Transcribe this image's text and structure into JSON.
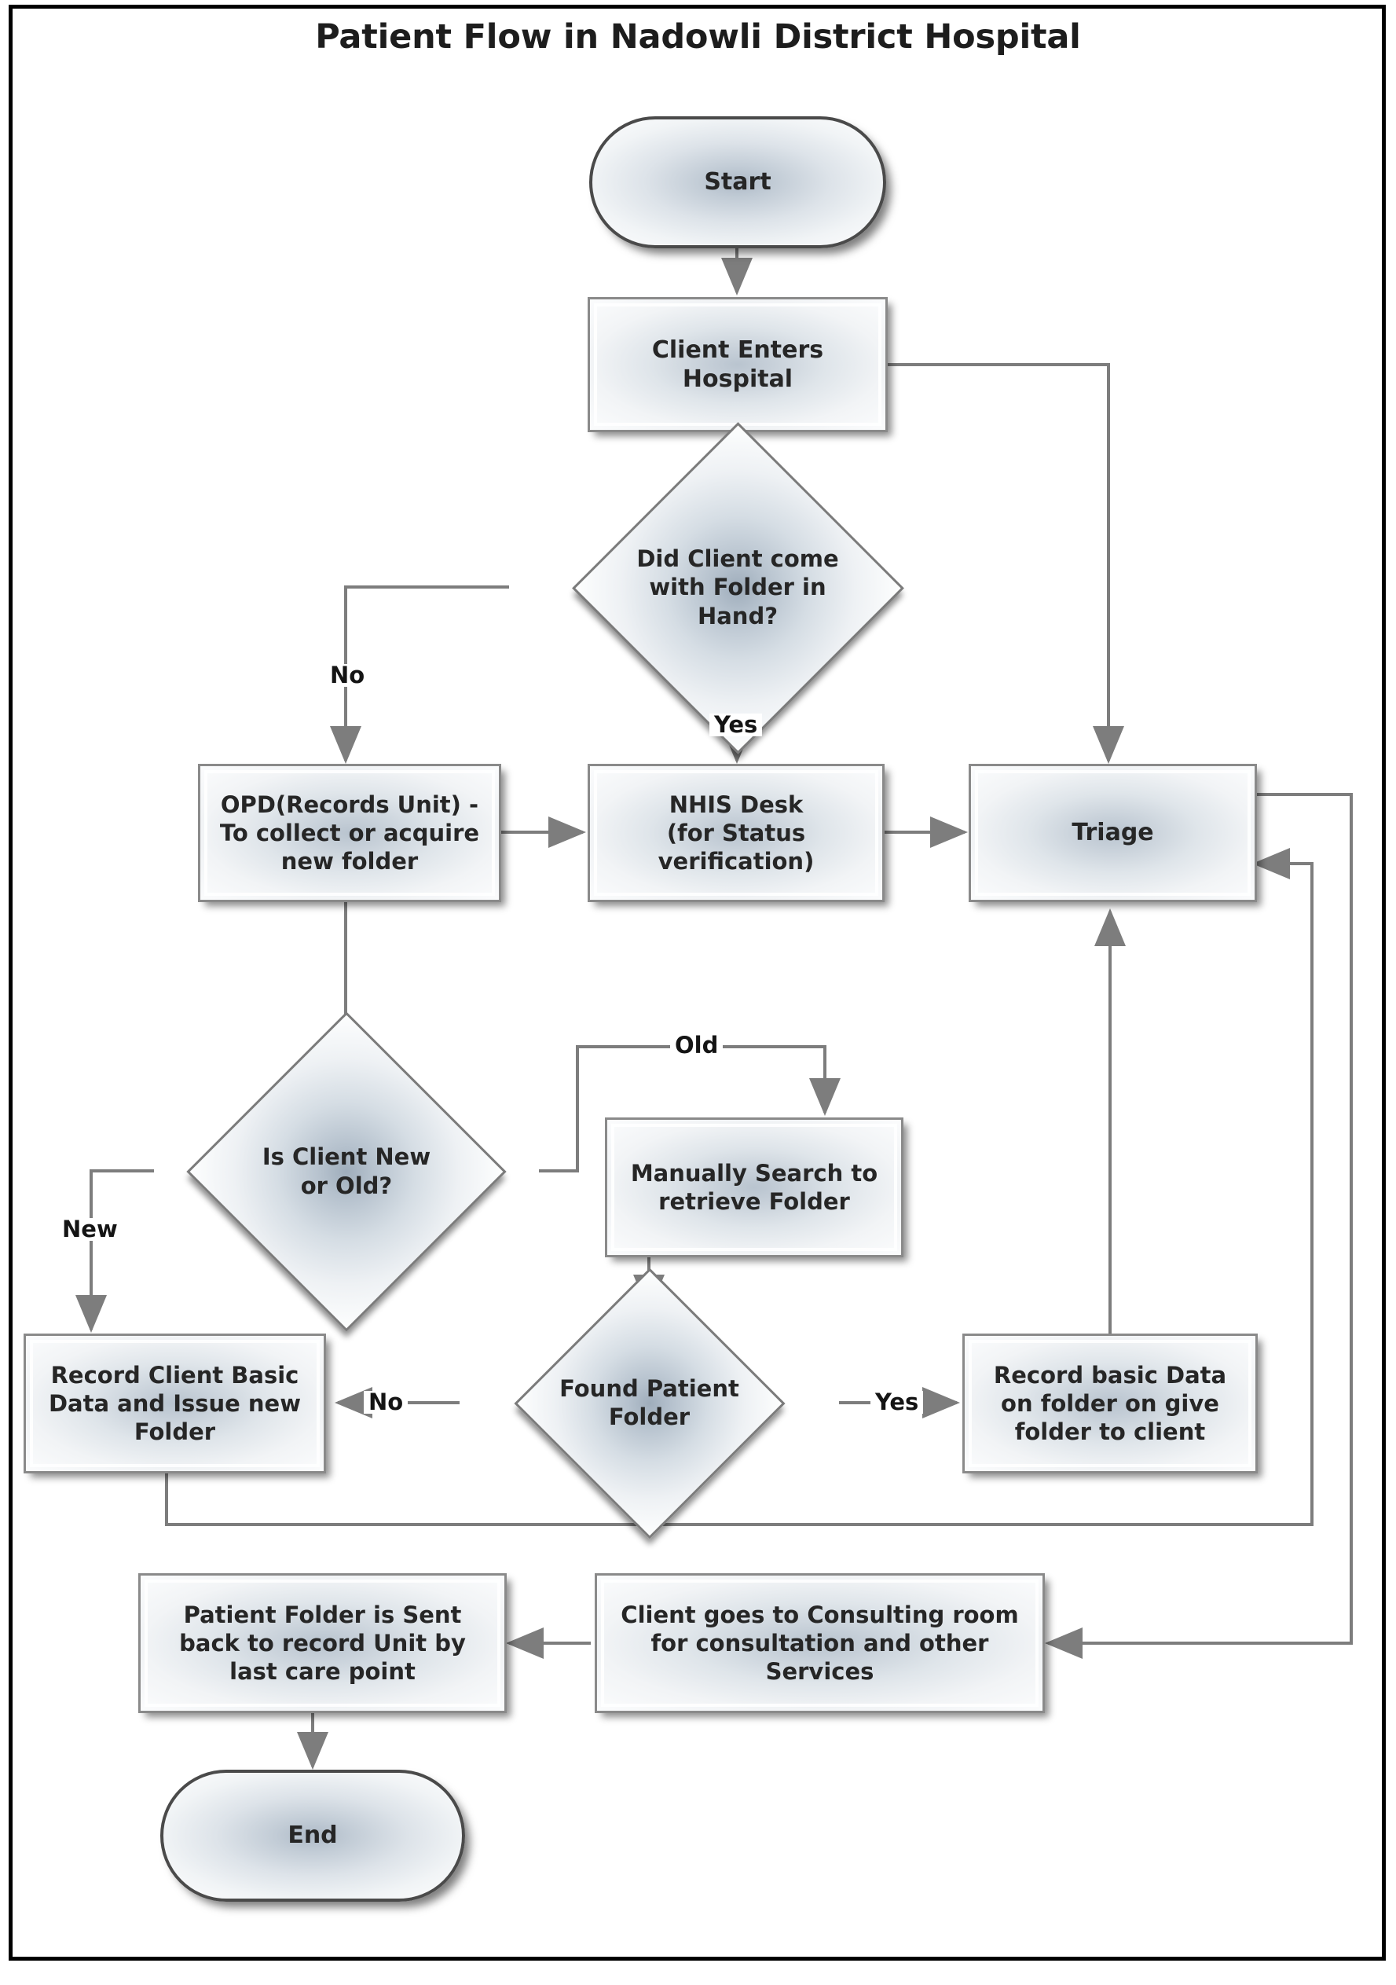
{
  "title": "Patient Flow in Nadowli District Hospital",
  "colors": {
    "frame_border": "#000000",
    "node_fill_center": "#b9c4cf",
    "node_fill_edge": "#fbfcfd",
    "node_border": "#8a8a8a",
    "terminator_border": "#4a4a4a",
    "edge_line": "#787878",
    "text": "#262626"
  },
  "chart_data": {
    "type": "diagram",
    "subtype": "flowchart",
    "title": "Patient Flow in Nadowli District Hospital",
    "orientation": "top-to-bottom",
    "nodes": [
      {
        "id": "start",
        "shape": "terminator",
        "label": "Start"
      },
      {
        "id": "enters",
        "shape": "process",
        "label": "Client Enters Hospital"
      },
      {
        "id": "folder_q",
        "shape": "decision",
        "label": "Did Client come with Folder in Hand?"
      },
      {
        "id": "opd",
        "shape": "process",
        "label": "OPD(Records Unit) - To collect or acquire new folder"
      },
      {
        "id": "nhis",
        "shape": "process",
        "label": "NHIS Desk (for Status verification)"
      },
      {
        "id": "triage",
        "shape": "process",
        "label": "Triage"
      },
      {
        "id": "new_old_q",
        "shape": "decision",
        "label": "Is Client New or Old?"
      },
      {
        "id": "manual",
        "shape": "process",
        "label": "Manually Search to retrieve Folder"
      },
      {
        "id": "found_q",
        "shape": "decision",
        "label": "Found Patient Folder"
      },
      {
        "id": "record_new",
        "shape": "process",
        "label": "Record Client Basic Data and Issue new Folder"
      },
      {
        "id": "record_basic",
        "shape": "process",
        "label": "Record basic Data on folder on give folder to client"
      },
      {
        "id": "consult",
        "shape": "process",
        "label": "Client goes to Consulting room for consultation and other Services"
      },
      {
        "id": "sent_back",
        "shape": "process",
        "label": "Patient Folder is Sent back to record Unit by last care point"
      },
      {
        "id": "end",
        "shape": "terminator",
        "label": "End"
      }
    ],
    "edges": [
      {
        "from": "start",
        "to": "enters",
        "label": ""
      },
      {
        "from": "enters",
        "to": "folder_q",
        "label": ""
      },
      {
        "from": "enters",
        "to": "triage",
        "label": ""
      },
      {
        "from": "folder_q",
        "to": "opd",
        "label": "No"
      },
      {
        "from": "folder_q",
        "to": "nhis",
        "label": "Yes"
      },
      {
        "from": "opd",
        "to": "nhis",
        "label": ""
      },
      {
        "from": "nhis",
        "to": "triage",
        "label": ""
      },
      {
        "from": "opd",
        "to": "new_old_q",
        "label": ""
      },
      {
        "from": "new_old_q",
        "to": "manual",
        "label": "Old"
      },
      {
        "from": "new_old_q",
        "to": "record_new",
        "label": "New"
      },
      {
        "from": "manual",
        "to": "found_q",
        "label": ""
      },
      {
        "from": "found_q",
        "to": "record_new",
        "label": "No"
      },
      {
        "from": "found_q",
        "to": "record_basic",
        "label": "Yes"
      },
      {
        "from": "record_basic",
        "to": "triage",
        "label": ""
      },
      {
        "from": "record_new",
        "to": "triage",
        "label": ""
      },
      {
        "from": "triage",
        "to": "consult",
        "label": ""
      },
      {
        "from": "consult",
        "to": "sent_back",
        "label": ""
      },
      {
        "from": "sent_back",
        "to": "end",
        "label": ""
      }
    ]
  },
  "nodes": {
    "start": {
      "label": "Start"
    },
    "enters": {
      "label": "Client Enters Hospital"
    },
    "folder_q": {
      "line1": "Did Client come",
      "line2": "with Folder in",
      "line3": "Hand?"
    },
    "opd": {
      "line1": "OPD(Records Unit) -",
      "line2": "To collect or acquire",
      "line3": "new folder"
    },
    "nhis": {
      "line1": "NHIS Desk",
      "line2": "(for Status",
      "line3": "verification)"
    },
    "triage": {
      "label": "Triage"
    },
    "new_old_q": {
      "line1": "Is Client New",
      "line2": "or Old?"
    },
    "manual": {
      "line1": "Manually Search to",
      "line2": "retrieve Folder"
    },
    "found_q": {
      "line1": "Found Patient",
      "line2": "Folder"
    },
    "record_new": {
      "line1": "Record Client Basic",
      "line2": "Data and Issue new",
      "line3": "Folder"
    },
    "record_basic": {
      "line1": "Record basic Data",
      "line2": "on folder on give",
      "line3": "folder to client"
    },
    "consult": {
      "line1": "Client goes to Consulting room",
      "line2": "for consultation and other",
      "line3": "Services"
    },
    "sent_back": {
      "line1": "Patient Folder is Sent",
      "line2": "back to record Unit by",
      "line3": "last care point"
    },
    "end": {
      "label": "End"
    }
  },
  "edge_labels": {
    "no_folder": "No",
    "yes_folder": "Yes",
    "old": "Old",
    "new": "New",
    "no_found": "No",
    "yes_found": "Yes"
  }
}
